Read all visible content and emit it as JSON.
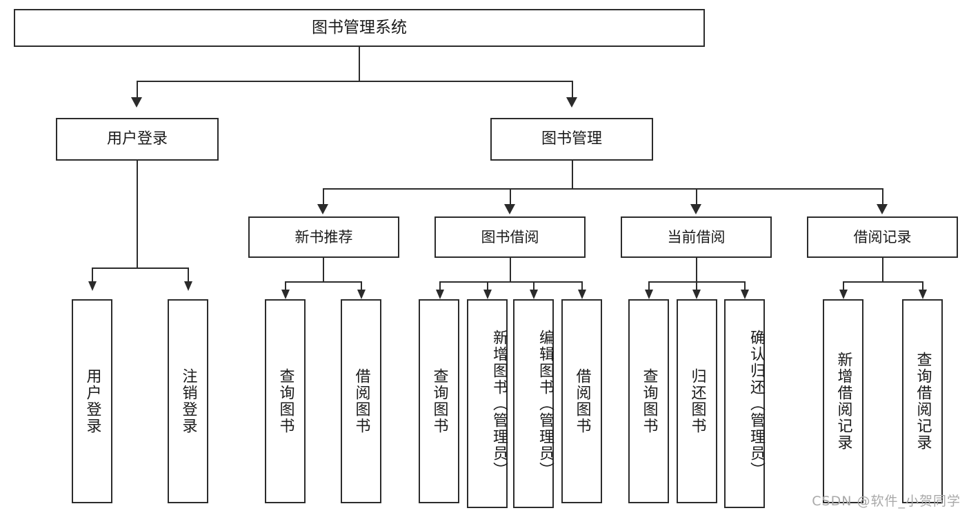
{
  "diagram": {
    "title": "图书管理系统",
    "type": "tree-hierarchy-chart",
    "watermark": "CSDN @软件_小贺同学",
    "root": {
      "label": "图书管理系统"
    },
    "level2": [
      {
        "label": "用户登录"
      },
      {
        "label": "图书管理"
      }
    ],
    "level3": [
      {
        "label": "新书推荐"
      },
      {
        "label": "图书借阅"
      },
      {
        "label": "当前借阅"
      },
      {
        "label": "借阅记录"
      }
    ],
    "leaves": {
      "user_login": [
        {
          "label": "用户登录"
        },
        {
          "label": "注销登录"
        }
      ],
      "new_book": [
        {
          "label": "查询图书"
        },
        {
          "label": "借阅图书"
        }
      ],
      "book_borrow": [
        {
          "label": "查询图书"
        },
        {
          "label": "新增图书（管理员）"
        },
        {
          "label": "编辑图书（管理员）"
        },
        {
          "label": "借阅图书"
        }
      ],
      "current_borrow": [
        {
          "label": "查询图书"
        },
        {
          "label": "归还图书"
        },
        {
          "label": "确认归还（管理员）"
        }
      ],
      "borrow_record": [
        {
          "label": "新增借阅记录"
        },
        {
          "label": "查询借阅记录"
        }
      ]
    },
    "colors": {
      "stroke": "#2b2b2b",
      "fill": "#ffffff",
      "text": "#1a1a1a",
      "watermark": "#a9a9a9"
    }
  }
}
